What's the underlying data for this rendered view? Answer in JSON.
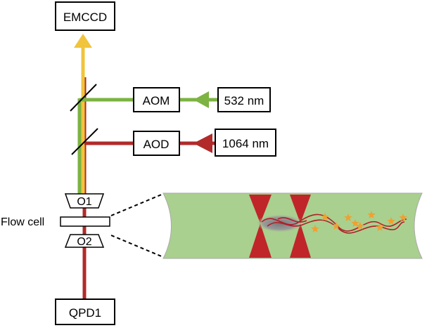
{
  "labels": {
    "emccd": "EMCCD",
    "aom": "AOM",
    "aod": "AOD",
    "laser_532": "532 nm",
    "laser_1064": "1064 nm",
    "objective_top": "O1",
    "objective_bottom": "O2",
    "flow_cell": "Flow cell",
    "detector": "QPD1"
  },
  "colors": {
    "beam_green": "#7cb342",
    "beam_red": "#b22a2a",
    "beam_yellow": "#f0c43c",
    "flow_cell_fill": "#a9d08e",
    "trap_red": "#c0252a",
    "dna_strand": "#b01e28",
    "fluorophore": "#f0a030",
    "bead_gray": "#8c8c8c",
    "box_stroke": "#000000"
  }
}
